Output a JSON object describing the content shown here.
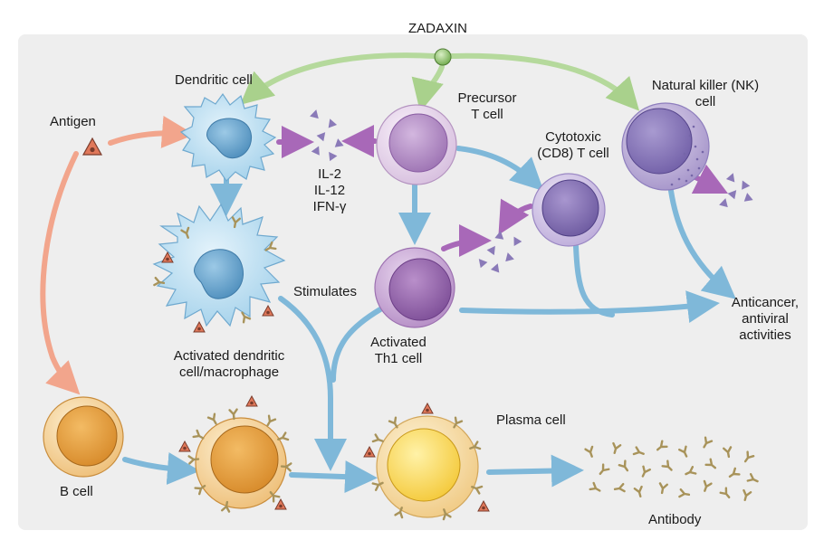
{
  "labels": {
    "zadaxin": "ZADAXIN",
    "dendritic_cell": "Dendritic cell",
    "antigen": "Antigen",
    "precursor_line1": "Precursor",
    "precursor_line2": "T cell",
    "cytotoxic_line1": "Cytotoxic",
    "cytotoxic_line2": "(CD8) T cell",
    "nk_line1": "Natural killer (NK)",
    "nk_line2": "cell",
    "il2": "IL-2",
    "il12": "IL-12",
    "ifn": "IFN-γ",
    "stimulates": "Stimulates",
    "activated_dc_line1": "Activated dendritic",
    "activated_dc_line2": "cell/macrophage",
    "activated_th1_line1": "Activated",
    "activated_th1_line2": "Th1 cell",
    "anticancer_line1": "Anticancer,",
    "anticancer_line2": "antiviral",
    "anticancer_line3": "activities",
    "b_cell": "B cell",
    "plasma_cell": "Plasma cell",
    "antibody": "Antibody"
  },
  "colors": {
    "background_panel": "#eeeeee",
    "green_arrow": "#b5d99c",
    "salmon_arrow": "#f2a58c",
    "blue_arrow": "#7fb8d9",
    "purple_arrow": "#a868b8",
    "dendritic_body": "#bfe1f2",
    "dendritic_nucleus": "#6ea9d0",
    "t_cell_body": "#ead9ee",
    "t_cell_nucleus": "#b68ec6",
    "nk_body": "#c8b7de",
    "nk_nucleus": "#8f79bb",
    "b_cell_body": "#f6d79b",
    "b_cell_nucleus": "#e8a648",
    "plasma_nucleus": "#fad55c",
    "cytokine": "#8a7ab8",
    "antibody": "#a8935a",
    "antigen": "#e0785a",
    "zadaxin_dot": "#8fc36b"
  }
}
